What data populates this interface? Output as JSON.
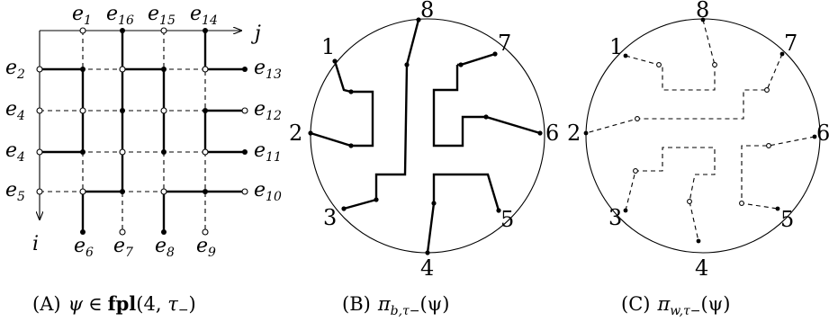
{
  "panel_a": {
    "top_labels": [
      {
        "main": "e",
        "sub": "1"
      },
      {
        "main": "e",
        "sub": "16"
      },
      {
        "main": "e",
        "sub": "15"
      },
      {
        "main": "e",
        "sub": "14"
      }
    ],
    "left_labels": [
      {
        "main": "e",
        "sub": "2"
      },
      {
        "main": "e",
        "sub": "4"
      },
      {
        "main": "e",
        "sub": "4"
      },
      {
        "main": "e",
        "sub": "5"
      }
    ],
    "right_labels": [
      {
        "main": "e",
        "sub": "13"
      },
      {
        "main": "e",
        "sub": "12"
      },
      {
        "main": "e",
        "sub": "11"
      },
      {
        "main": "e",
        "sub": "10"
      }
    ],
    "bottom_labels": [
      {
        "main": "e",
        "sub": "6"
      },
      {
        "main": "e",
        "sub": "7"
      },
      {
        "main": "e",
        "sub": "8"
      },
      {
        "main": "e",
        "sub": "9"
      }
    ],
    "axis_j": "j",
    "axis_i": "i"
  },
  "panel_b": {
    "boundary_labels": [
      "1",
      "2",
      "3",
      "4",
      "5",
      "6",
      "7",
      "8"
    ]
  },
  "panel_c": {
    "boundary_labels": [
      "1",
      "2",
      "3",
      "4",
      "5",
      "6",
      "7",
      "8"
    ]
  },
  "captions": {
    "a": {
      "tag": "(A)",
      "psi": "ψ",
      "in": "∈",
      "fpl": "fpl",
      "args_open": "(4, ",
      "tau": "τ",
      "tau_sub": "−",
      "close": ")"
    },
    "b": {
      "tag": "(B)",
      "pi": "π",
      "sub": "b,τ−",
      "arg": "(ψ)"
    },
    "c": {
      "tag": "(C)",
      "pi": "π",
      "sub": "w,τ−",
      "arg": "(ψ)"
    }
  }
}
